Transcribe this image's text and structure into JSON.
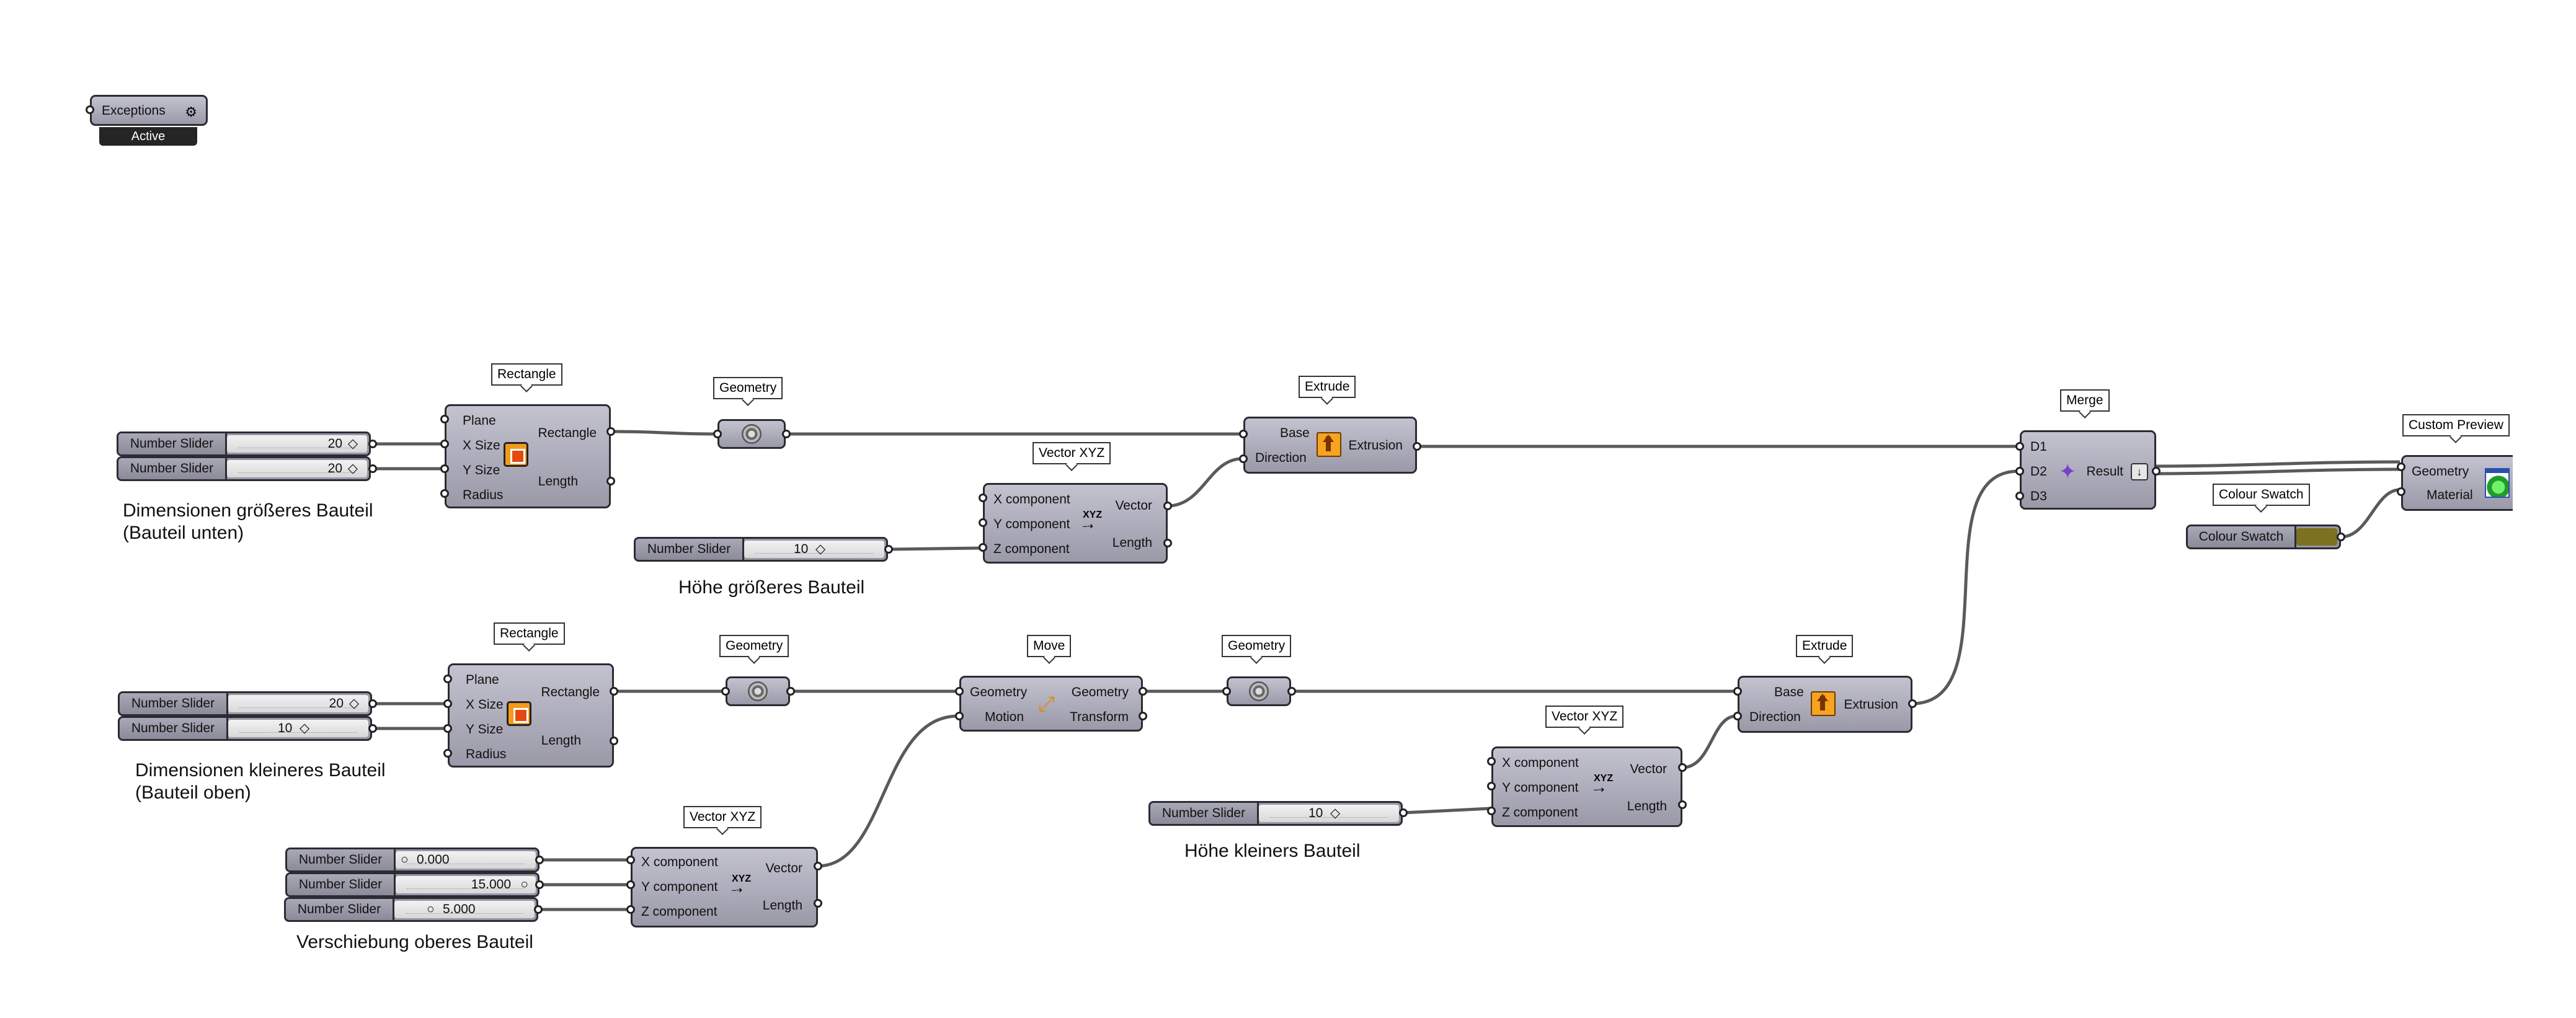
{
  "exceptions": {
    "label": "Exceptions",
    "status": "Active"
  },
  "labels": {
    "plane": "Plane",
    "x_size": "X Size",
    "y_size": "Y Size",
    "radius": "Radius",
    "rectangle": "Rectangle",
    "length": "Length",
    "base": "Base",
    "direction": "Direction",
    "extrusion": "Extrusion",
    "x_component": "X component",
    "y_component": "Y component",
    "z_component": "Z component",
    "vector": "Vector",
    "geometry": "Geometry",
    "motion": "Motion",
    "transform": "Transform",
    "d1": "D1",
    "d2": "D2",
    "d3": "D3",
    "result": "Result",
    "material": "Material",
    "number_slider": "Number Slider",
    "colour_swatch": "Colour Swatch"
  },
  "tags": {
    "rectangle": "Rectangle",
    "geometry": "Geometry",
    "extrude": "Extrude",
    "vector_xyz": "Vector XYZ",
    "move": "Move",
    "merge": "Merge",
    "custom_preview": "Custom Preview",
    "colour_swatch": "Colour Swatch"
  },
  "sliders": {
    "rect1_x": "20",
    "rect1_y": "20",
    "height_big": "10",
    "rect2_x": "20",
    "rect2_y": "10",
    "height_small": "10",
    "move_x": "0.000",
    "move_y": "15.000",
    "move_z": "5.000"
  },
  "annotations": {
    "dim_big_1": "Dimensionen größeres Bauteil",
    "dim_big_2": "(Bauteil unten)",
    "height_big": "Höhe größeres Bauteil",
    "dim_small_1": "Dimensionen kleineres Bauteil",
    "dim_small_2": "(Bauteil oben)",
    "height_small": "Höhe kleiners Bauteil",
    "shift": "Verschiebung oberes Bauteil"
  },
  "colors": {
    "wire": "#5a5a5a",
    "swatch": "#7b7120"
  }
}
